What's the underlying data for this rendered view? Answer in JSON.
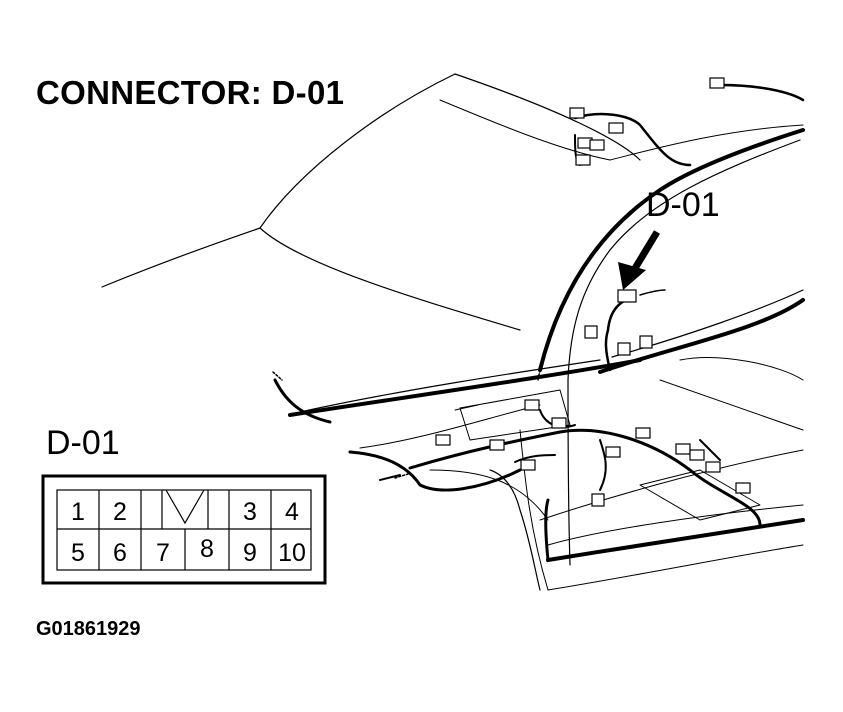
{
  "title": "CONNECTOR: D-01",
  "callout_label": "D-01",
  "connector": {
    "label": "D-01",
    "top_row_pins": [
      "1",
      "2",
      "3",
      "4"
    ],
    "bottom_row_pins": [
      "5",
      "6",
      "7",
      "8",
      "9",
      "10"
    ]
  },
  "figure_code": "G01861929"
}
